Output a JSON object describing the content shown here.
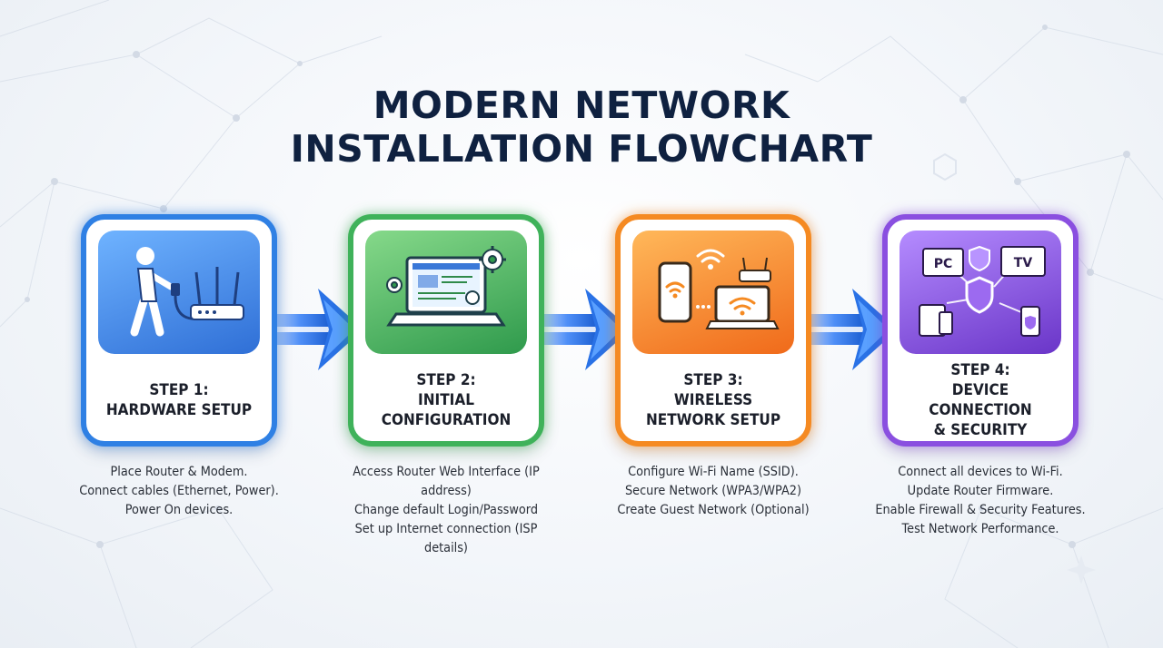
{
  "title": {
    "line1": "MODERN NETWORK",
    "line2": "INSTALLATION FLOWCHART"
  },
  "colors": {
    "step1": "#2f80e4",
    "step2": "#3fb25a",
    "step3": "#f58a22",
    "step4": "#8a4fe0",
    "title": "#0f2140",
    "arrow": "#2f7de0"
  },
  "steps": [
    {
      "heading": [
        "STEP 1:",
        "HARDWARE SETUP"
      ],
      "icon": "person-router-icon",
      "details": [
        "Place Router & Modem.",
        "Connect cables (Ethernet, Power).",
        "Power On devices."
      ]
    },
    {
      "heading": [
        "STEP 2:",
        "INITIAL",
        "CONFIGURATION"
      ],
      "icon": "laptop-settings-icon",
      "details": [
        "Access Router Web Interface (IP",
        "address)",
        "Change default Login/Password",
        "Set up Internet connection (ISP",
        "details)"
      ]
    },
    {
      "heading": [
        "STEP 3:",
        "WIRELESS",
        "NETWORK SETUP"
      ],
      "icon": "wireless-devices-icon",
      "details": [
        "Configure Wi-Fi Name (SSID).",
        "Secure Network (WPA3/WPA2)",
        "Create Guest Network (Optional)"
      ]
    },
    {
      "heading": [
        "STEP 4:",
        "DEVICE CONNECTION",
        "& SECURITY"
      ],
      "icon": "devices-shield-icon",
      "details": [
        "Connect all devices to Wi-Fi.",
        "Update Router Firmware.",
        "Enable Firewall & Security Features.",
        "Test Network Performance."
      ]
    }
  ],
  "devices": {
    "pc_label": "PC",
    "tv_label": "TV"
  }
}
